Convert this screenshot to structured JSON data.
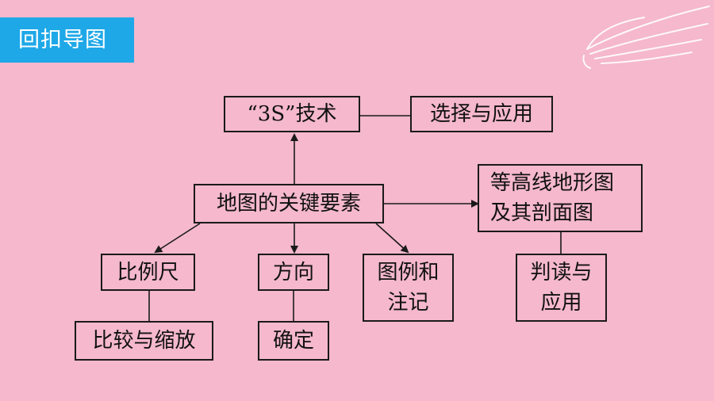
{
  "header": {
    "title": "回扣导图",
    "accent_color": "#1ea8e8"
  },
  "background_color": "#f5b8cc",
  "decoration": {
    "icon": "wing-icon"
  },
  "nodes": {
    "tech": "“3S”技术",
    "select_apply": "选择与应用",
    "map_elements": "地图的关键要素",
    "contour_map": "等高线地形图\n及其剖面图",
    "scale": "比例尺",
    "direction": "方向",
    "legend_notes": "图例和\n注记",
    "compare_scale": "比较与缩放",
    "determine": "确定",
    "read_apply": "判读与\n应用"
  }
}
